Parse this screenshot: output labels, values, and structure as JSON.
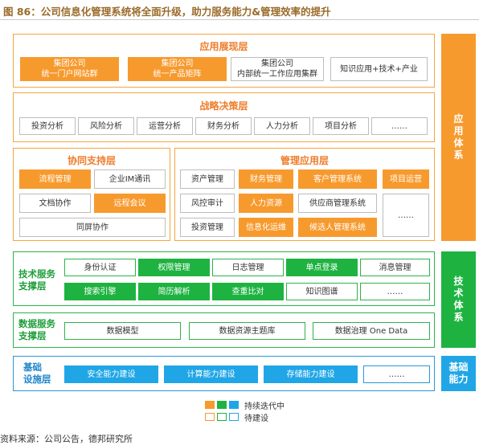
{
  "figure_title": "图 86：公司信息化管理系统将全面升级，助力服务能力&管理效率的提升",
  "application_display_layer": {
    "title": "应用展现层",
    "items": [
      "集团公司\n统一门户网站群",
      "集团公司\n统一产品矩阵",
      "集团公司\n内部统一工作应用集群",
      "知识应用+技术+产业"
    ]
  },
  "strategic_decision_layer": {
    "title": "战略决策层",
    "items": [
      "投资分析",
      "风险分析",
      "运营分析",
      "财务分析",
      "人力分析",
      "项目分析",
      "……"
    ]
  },
  "collaboration_layer": {
    "title": "协同支持层",
    "items": [
      "流程管理",
      "企业IM通讯",
      "文档协作",
      "远程会议",
      "同屏协作"
    ]
  },
  "management_app_layer": {
    "title": "管理应用层",
    "items": [
      "资产管理",
      "财务管理",
      "客户管理系统",
      "项目运营",
      "风控审计",
      "人力资源",
      "供应商管理系统",
      "……",
      "投资管理",
      "信息化运维",
      "候选人管理系统"
    ]
  },
  "tech_service_layer": {
    "label": "技术服务\n支撑层",
    "items": [
      "身份认证",
      "权限管理",
      "日志管理",
      "单点登录",
      "消息管理",
      "搜索引擎",
      "简历解析",
      "查重比对",
      "知识图谱",
      "……"
    ]
  },
  "data_service_layer": {
    "label": "数据服务\n支撑层",
    "items": [
      "数据模型",
      "数据资源主题库",
      "数据治理 One Data"
    ]
  },
  "infrastructure_layer": {
    "label": "基础\n设施层",
    "items": [
      "安全能力建设",
      "计算能力建设",
      "存储能力建设",
      "……"
    ]
  },
  "side_labels": {
    "application": "应用体系",
    "technology": "技术体系",
    "infrastructure": "基础能力"
  },
  "legend": {
    "ongoing": "持续迭代中",
    "planned": "待建设"
  },
  "source": "资料来源：公司公告，德邦研究所",
  "colors": {
    "orange": "#f79a2e",
    "green": "#1eb341",
    "blue": "#20a6e6",
    "title": "#9a6b2a"
  }
}
